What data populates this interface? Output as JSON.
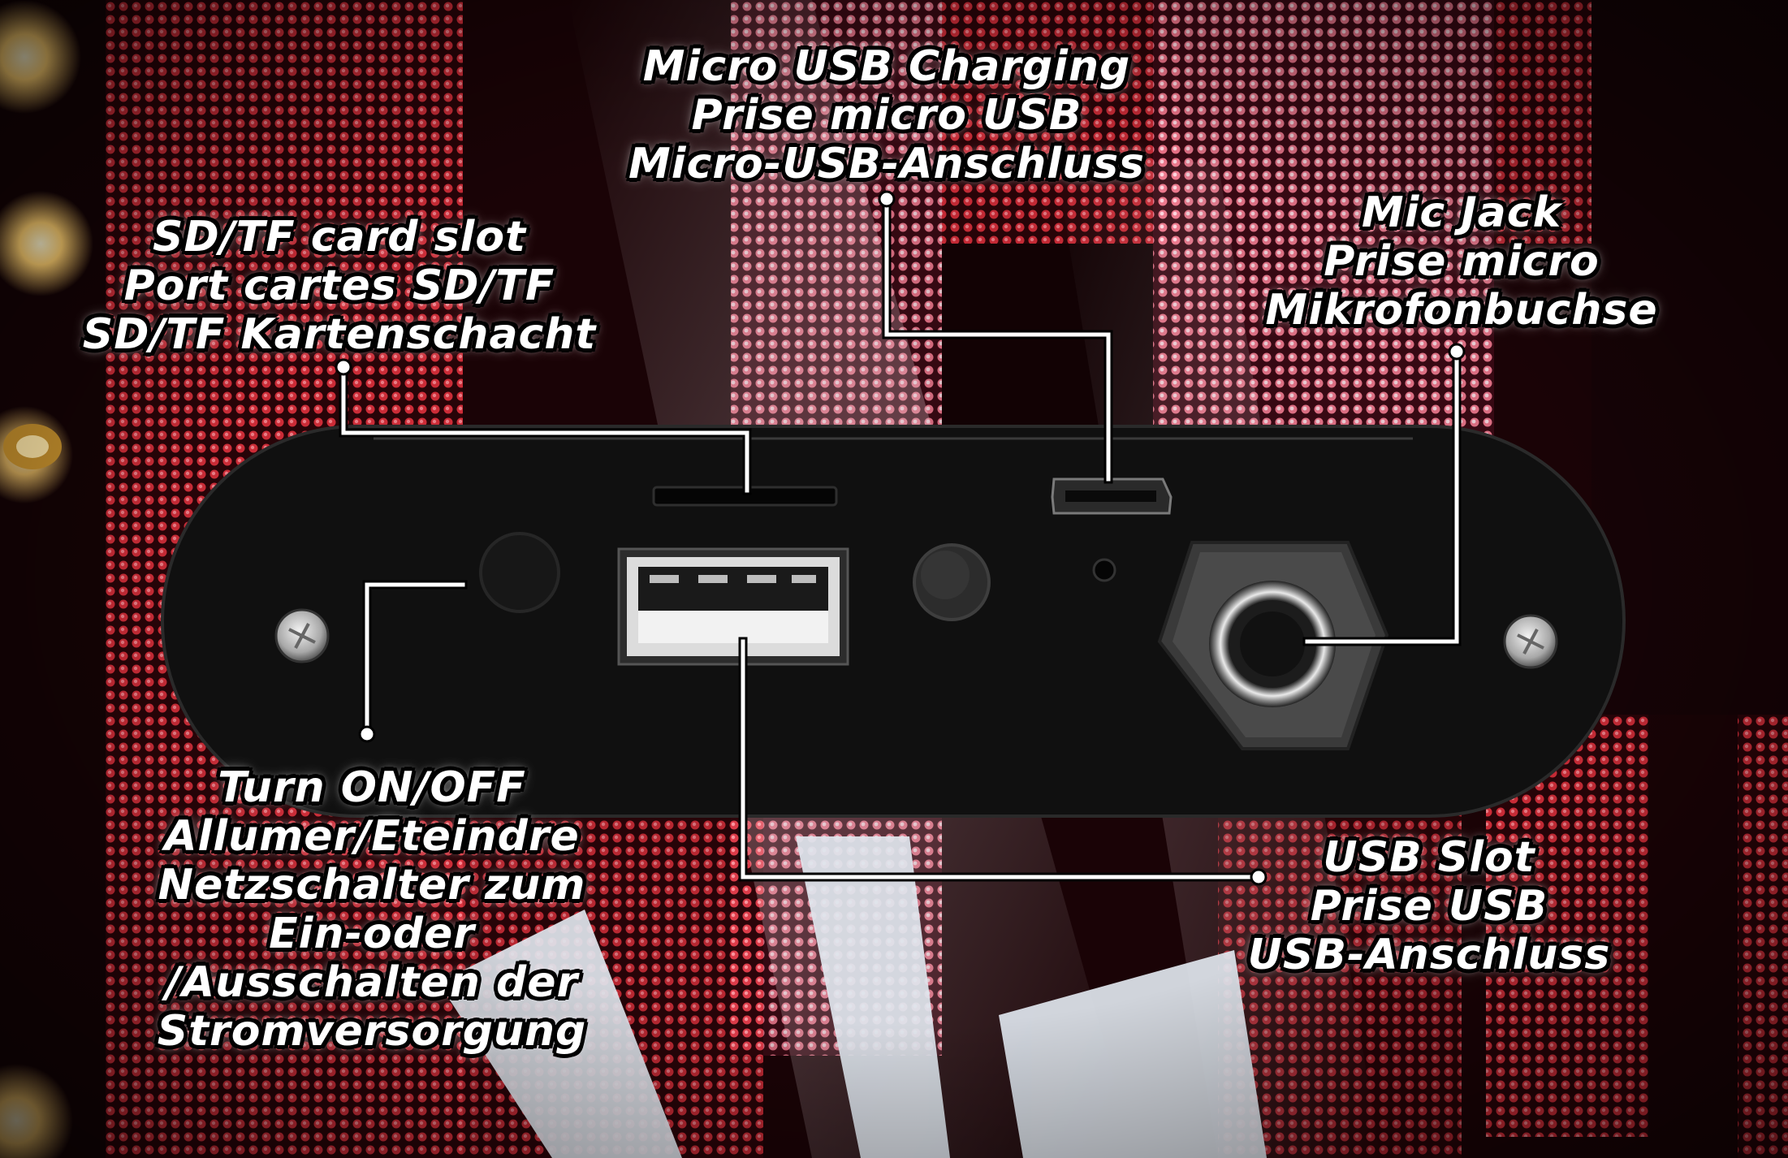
{
  "callouts": {
    "micro_usb": {
      "lines": [
        "Micro USB Charging",
        "Prise micro USB",
        "Micro-USB-Anschluss"
      ]
    },
    "sd_card": {
      "lines": [
        "SD/TF card slot",
        "Port cartes SD/TF",
        "SD/TF Kartenschacht"
      ]
    },
    "mic_jack": {
      "lines": [
        "Mic Jack",
        "Prise micro",
        "Mikrofonbuchse"
      ]
    },
    "power": {
      "lines": [
        "Turn ON/OFF",
        "Allumer/Eteindre",
        "Netzschalter zum",
        "Ein-oder",
        "/Ausschalten der",
        "Stromversorgung"
      ]
    },
    "usb_slot": {
      "lines": [
        "USB Slot",
        "Prise USB",
        "USB-Anschluss"
      ]
    }
  },
  "colors": {
    "background": "#1a0306",
    "led_red": "#e0303c",
    "led_pink": "#f07a90",
    "panel": "#101010",
    "callout_text": "#ffffff",
    "callout_outline": "#000000"
  }
}
